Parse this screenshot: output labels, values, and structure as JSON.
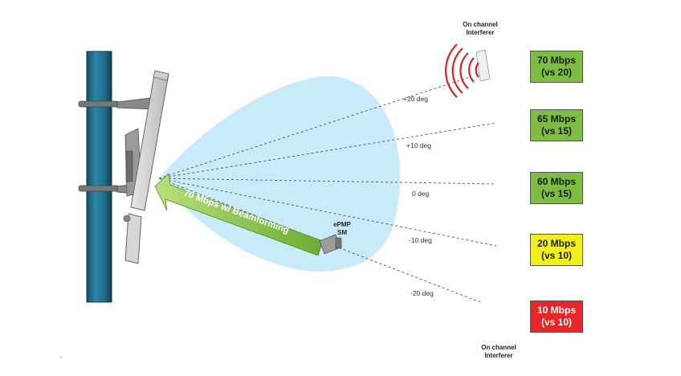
{
  "interferers": [
    {
      "label_line1": "On channel",
      "label_line2": "Interferer"
    },
    {
      "label_line1": "On channel",
      "label_line2": "Interferer"
    }
  ],
  "beam_label": "70 Mbps w/ Beamforming",
  "subscriber_module": {
    "line1": "ePMP",
    "line2": "SM"
  },
  "angles": [
    "+20 deg",
    "+10 deg",
    "0 deg",
    "-10 deg",
    "-20 deg"
  ],
  "rates": [
    {
      "rate": "70 Mbps",
      "compare": "(vs 20)",
      "color": "#7dbd42",
      "text_color": "#1a1a1a"
    },
    {
      "rate": "65 Mbps",
      "compare": "(vs 15)",
      "color": "#7dbd42",
      "text_color": "#1a1a1a"
    },
    {
      "rate": "60 Mbps",
      "compare": "(vs 15)",
      "color": "#7dbd42",
      "text_color": "#1a1a1a"
    },
    {
      "rate": "20 Mbps",
      "compare": "(vs 10)",
      "color": "#f3f014",
      "text_color": "#1a1a1a"
    },
    {
      "rate": "10 Mbps",
      "compare": "(vs 10)",
      "color": "#e8262a",
      "text_color": "#ffffff"
    }
  ],
  "colors": {
    "pole": "#1f6e8c",
    "beam_fill": "#c9ebf9",
    "arrow": "#7dbd42",
    "interferer_waves": "#d8232a"
  },
  "footnote": "-"
}
